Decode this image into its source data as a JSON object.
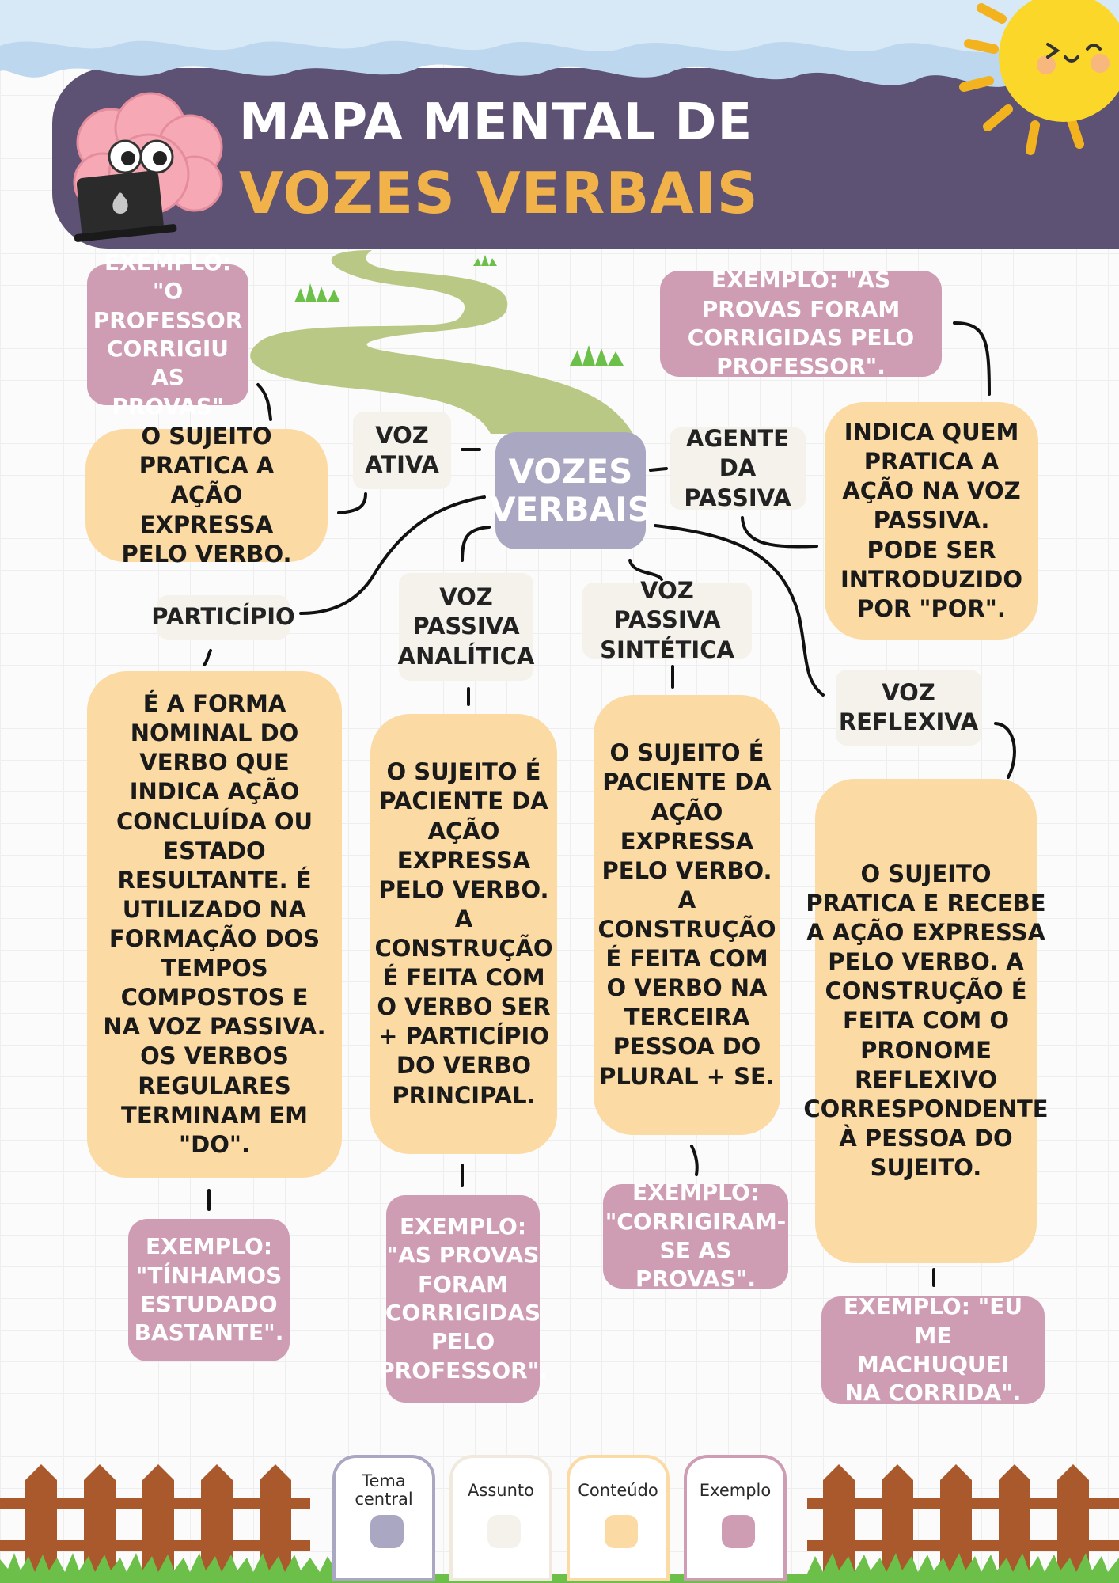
{
  "header": {
    "title_line1": "MAPA MENTAL DE",
    "title_line2": "VOZES VERBAIS"
  },
  "central": {
    "label": "VOZES VERBAIS"
  },
  "subjects": {
    "voz_ativa": "VOZ ATIVA",
    "agente_passiva": "AGENTE DA PASSIVA",
    "participio": "PARTICÍPIO",
    "passiva_analitica": "VOZ PASSIVA ANALÍTICA",
    "passiva_sintetica": "VOZ PASSIVA SINTÉTICA",
    "reflexiva": "VOZ REFLEXIVA"
  },
  "contents": {
    "voz_ativa": "O SUJEITO PRATICA A AÇÃO EXPRESSA PELO VERBO.",
    "agente_passiva": "INDICA QUEM PRATICA A AÇÃO NA VOZ PASSIVA. PODE SER INTRODUZIDO POR \"POR\".",
    "participio": "É A FORMA NOMINAL DO VERBO QUE INDICA AÇÃO CONCLUÍDA OU ESTADO RESULTANTE. É UTILIZADO NA FORMAÇÃO DOS TEMPOS COMPOSTOS E NA VOZ PASSIVA. OS VERBOS REGULARES TERMINAM EM \"DO\".",
    "passiva_analitica": "O SUJEITO É PACIENTE DA AÇÃO EXPRESSA PELO VERBO. A CONSTRUÇÃO É FEITA COM O VERBO SER + PARTICÍPIO DO VERBO PRINCIPAL.",
    "passiva_sintetica": "O SUJEITO É PACIENTE DA AÇÃO EXPRESSA PELO VERBO. A CONSTRUÇÃO É FEITA COM O VERBO NA TERCEIRA PESSOA DO PLURAL + SE.",
    "reflexiva": "O SUJEITO PRATICA E RECEBE A AÇÃO EXPRESSA PELO VERBO. A CONSTRUÇÃO É FEITA COM O PRONOME REFLEXIVO CORRESPONDENTE À PESSOA DO SUJEITO."
  },
  "examples": {
    "voz_ativa": "EXEMPLO: \"O PROFESSOR CORRIGIU AS PROVAS\"",
    "agente_passiva": "EXEMPLO: \"AS PROVAS FORAM CORRIGIDAS PELO PROFESSOR\".",
    "participio": "EXEMPLO: \"TÍNHAMOS ESTUDADO BASTANTE\".",
    "passiva_analitica": "EXEMPLO: \"AS PROVAS FORAM CORRIGIDAS PELO PROFESSOR\".",
    "passiva_sintetica": "EXEMPLO: \"CORRIGIRAM-SE AS PROVAS\".",
    "reflexiva": "EXEMPLO: \"EU ME MACHUQUEI NA CORRIDA\"."
  },
  "legend": [
    {
      "label": "Tema central",
      "color": "#aaa7c2",
      "border": "#aaa7c2"
    },
    {
      "label": "Assunto",
      "color": "#f5f2ec",
      "border": "#f1e9dd"
    },
    {
      "label": "Conteúdo",
      "color": "#fbdaa4",
      "border": "#fbdaa4"
    },
    {
      "label": "Exemplo",
      "color": "#cf9db3",
      "border": "#cf9db3"
    }
  ],
  "colors": {
    "header_band": "#5e5274",
    "title_accent": "#f2b24a",
    "central": "#aaa7c2",
    "subject": "#f5f2ec",
    "content": "#fbdaa4",
    "example": "#cf9db3",
    "road": "#b9c985",
    "fence": "#a9592b",
    "grass": "#6cc04a"
  }
}
